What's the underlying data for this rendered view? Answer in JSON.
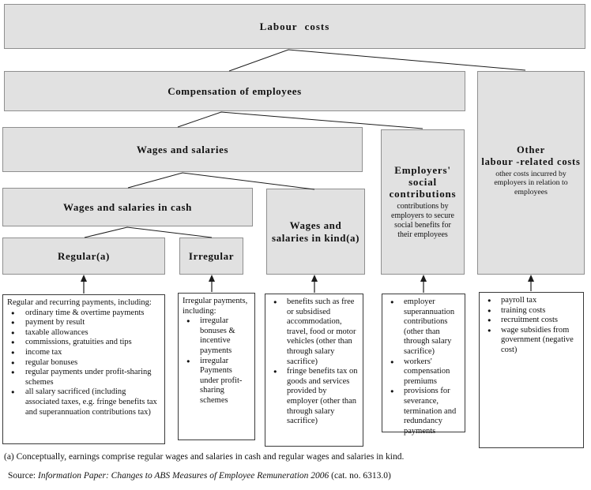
{
  "colors": {
    "box_fill": "#e1e1e1",
    "box_border": "#8f8f8f",
    "detail_border": "#3a3a3a",
    "line": "#1c1c1c",
    "page_bg": "#ffffff"
  },
  "nodes": {
    "labour_costs": {
      "title": "Labour costs"
    },
    "compensation": {
      "title": "Compensation of employees"
    },
    "other_costs": {
      "title_line1": "Other",
      "title_line2": "labour -related costs",
      "subtext": "other costs incurred by employers in relation to employees"
    },
    "wages_salaries": {
      "title": "Wages and salaries"
    },
    "social_contributions": {
      "title_line1": "Employers'",
      "title_line2": "social",
      "title_line3": "contributions",
      "subtext": "contributions by employers to secure social benefits for their employees"
    },
    "wages_cash": {
      "title": "Wages and salaries in cash"
    },
    "wages_kind": {
      "title_line1": "Wages and",
      "title_line2": "salaries in kind(a)"
    },
    "regular": {
      "title": "Regular(a)"
    },
    "irregular": {
      "title": "Irregular"
    }
  },
  "detail_boxes": {
    "regular_details": {
      "intro": "Regular and recurring payments, including:",
      "items": [
        "ordinary time & overtime payments",
        "payment by result",
        "taxable allowances",
        "commissions, gratuities and tips",
        "income tax",
        "regular bonuses",
        "regular payments under profit-sharing schemes",
        "all salary sacrificed (including associated taxes, e.g. fringe benefits tax and superannuation contributions tax)"
      ]
    },
    "irregular_details": {
      "intro": "Irregular payments, including:",
      "items": [
        "irregular bonuses & incentive payments",
        "irregular Payments under profit-sharing schemes"
      ]
    },
    "kind_details": {
      "items": [
        "benefits such as free or subsidised accommodation, travel, food or motor vehicles (other than through salary sacrifice)",
        "fringe benefits tax on goods and services provided by employer (other than through salary sacrifice)"
      ]
    },
    "social_details": {
      "items": [
        "employer superannuation contributions (other than through salary sacrifice)",
        "workers' compensation premiums",
        "provisions for severance, termination and redundancy payments"
      ]
    },
    "other_details": {
      "items": [
        "payroll tax",
        "training costs",
        "recruitment costs",
        "wage subsidies from government (negative cost)"
      ]
    }
  },
  "footer": {
    "footnote": "(a) Conceptually, earnings comprise regular wages and salaries in cash and regular wages and salaries in kind.",
    "source_prefix": "Source: ",
    "source_title": "Information Paper: Changes to ABS Measures of Employee Remuneration 2006",
    "source_suffix": " (cat. no. 6313.0)"
  }
}
